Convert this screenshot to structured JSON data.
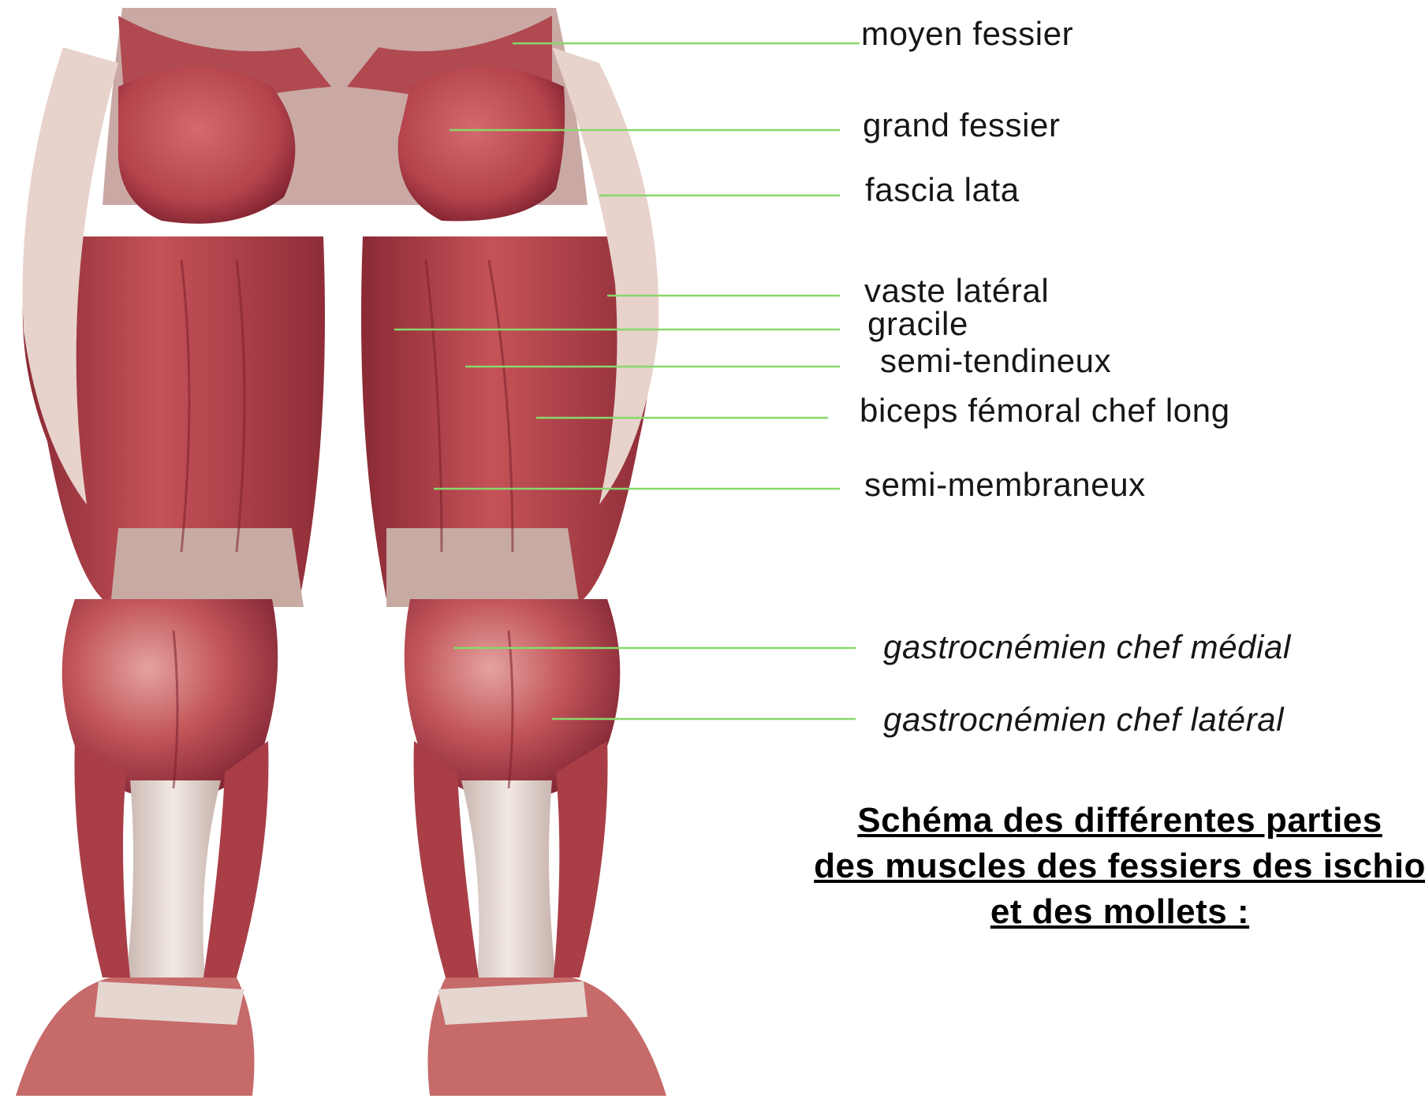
{
  "labels": {
    "moyen_fessier": "moyen fessier",
    "grand_fessier": "grand fessier",
    "fascia_lata": "fascia lata",
    "vaste_lateral": "vaste latéral",
    "gracile": "gracile",
    "semi_tendineux": "semi-tendineux",
    "biceps_femoral": "biceps fémoral chef long",
    "semi_membraneux": "semi-membraneux",
    "gastro_medial": "gastrocnémien chef médial",
    "gastro_lateral": "gastrocnémien chef latéral"
  },
  "caption": {
    "line1": "Schéma des différentes parties",
    "line2": "des muscles des fessiers des ischio",
    "line3": "et des mollets :"
  },
  "colors": {
    "muscle": "#b8464d",
    "muscle_dark": "#7e2230",
    "tendon": "#e9dcd6",
    "leader_line": "#88d86a"
  }
}
